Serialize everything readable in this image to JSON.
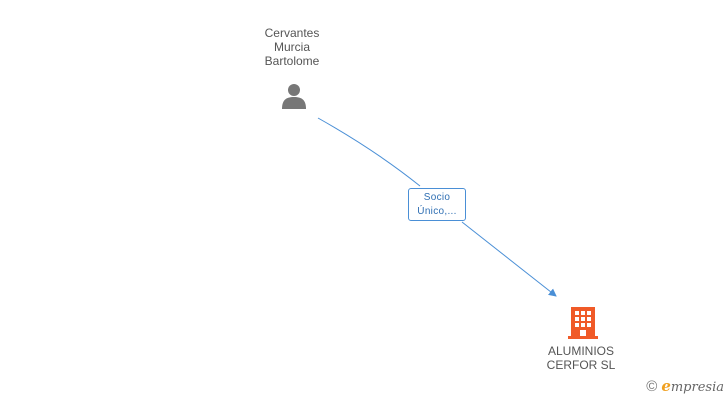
{
  "nodes": {
    "person": {
      "name": "Cervantes\nMurcia\nBartolome",
      "icon": "person-icon"
    },
    "company": {
      "name": "ALUMINIOS\nCERFOR SL",
      "icon": "building-icon"
    }
  },
  "edge": {
    "label_line1": "Socio",
    "label_line2": "Único,..."
  },
  "watermark": {
    "symbol": "©",
    "brand_initial": "e",
    "brand_rest": "mpresia"
  },
  "colors": {
    "edge": "#4a8fd6",
    "company_icon": "#f05a28",
    "person_icon": "#777777"
  }
}
